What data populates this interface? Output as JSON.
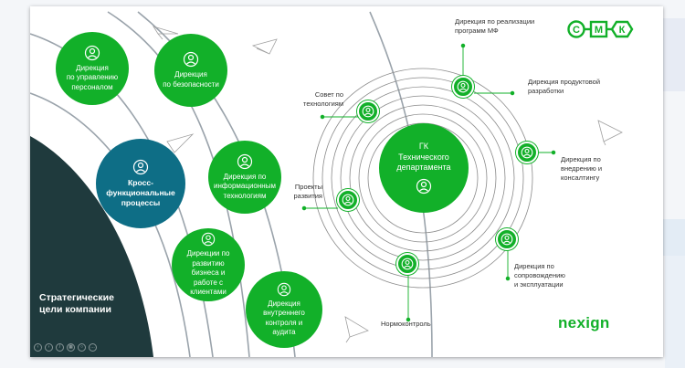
{
  "slide": {
    "strategic_goals": [
      "Стратегические",
      "цели компании"
    ],
    "left_nodes": [
      {
        "id": "hr",
        "lines": [
          "Дирекция",
          "по управлению",
          "персоналом"
        ]
      },
      {
        "id": "security",
        "lines": [
          "Дирекция",
          "по безопасности"
        ]
      },
      {
        "id": "cross",
        "lines": [
          "Кросс-",
          "функциональные",
          "процессы"
        ]
      },
      {
        "id": "it",
        "lines": [
          "Дирекция по",
          "информационным",
          "технологиям"
        ]
      },
      {
        "id": "business",
        "lines": [
          "Дирекции по",
          "развитию",
          "бизнеса и",
          "работе с",
          "клиентами"
        ]
      },
      {
        "id": "audit",
        "lines": [
          "Дирекция",
          "внутреннего",
          "контроля и",
          "аудита"
        ]
      }
    ],
    "center": {
      "lines": [
        "ГК",
        "Технического",
        "департамента"
      ]
    },
    "satellites": [
      {
        "id": "mf",
        "lines": [
          "Дирекция по реализации",
          "программ МФ"
        ]
      },
      {
        "id": "product",
        "lines": [
          "Дирекция продуктовой",
          "разработки"
        ]
      },
      {
        "id": "implementation",
        "lines": [
          "Дирекция по",
          "внедрению и",
          "консалтингу"
        ]
      },
      {
        "id": "support",
        "lines": [
          "Дирекция по",
          "сопровождению",
          "и эксплуатации"
        ]
      },
      {
        "id": "normcontrol",
        "lines": [
          "Нормоконтроль"
        ]
      },
      {
        "id": "projects",
        "lines": [
          "Проекты",
          "развития"
        ]
      },
      {
        "id": "tech-council",
        "lines": [
          "Совет по",
          "технологиям"
        ]
      }
    ],
    "logo_smk": [
      "С",
      "М",
      "К"
    ],
    "logo_nexign": "nexign",
    "toolbar_icons": [
      "prev-icon",
      "next-icon",
      "pen-icon",
      "slides-icon",
      "zoom-icon",
      "more-icon"
    ],
    "colors": {
      "green": "#12b029",
      "teal": "#0e6e86",
      "dark": "#1f3a3d",
      "orbit": "#9aa3ab"
    }
  }
}
